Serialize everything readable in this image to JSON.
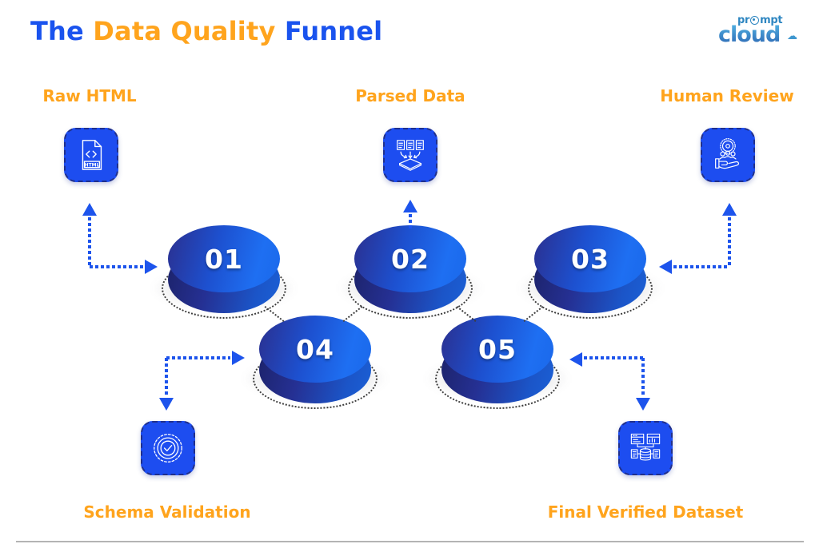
{
  "title": {
    "part1": "The ",
    "part2": "Data Quality ",
    "part3": "Funnel"
  },
  "logo": {
    "word_top_left": "pr",
    "word_top_right": "mpt",
    "word_bottom": "cloud",
    "target_icon": "bullseye-o-icon",
    "cloud_glyph": "☁"
  },
  "colors": {
    "title_blue": "#1a53ee",
    "accent_orange": "#ffa41d",
    "tile_blue": "#1d4df0",
    "tile_border_navy": "#20308c",
    "disc_dark": "#2b2f8e",
    "disc_bright": "#1e6ff2",
    "arrow_blue": "#1d54ec",
    "dotted_ring_gray": "#3c3c3c",
    "logo_blue": "#2e86c1"
  },
  "stages": [
    {
      "number": "01",
      "label": "Raw HTML",
      "icon": "html-file-icon"
    },
    {
      "number": "02",
      "label": "Parsed Data",
      "icon": "parsed-documents-icon"
    },
    {
      "number": "03",
      "label": "Human Review",
      "icon": "hand-people-gear-icon"
    },
    {
      "number": "04",
      "label": "Schema Validation",
      "icon": "gear-check-icon"
    },
    {
      "number": "05",
      "label": "Final Verified Dataset",
      "icon": "database-documents-icon"
    }
  ],
  "icon_text": {
    "html": "HTML"
  }
}
